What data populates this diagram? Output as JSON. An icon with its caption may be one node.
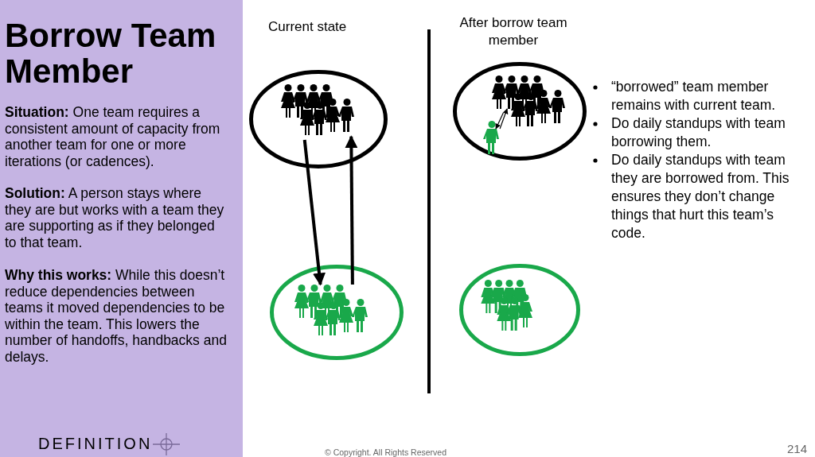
{
  "diagram": {
    "title": "Borrow Team Member",
    "nodes": [
      {
        "text": [],
        "shape": "ellipse"
      },
      {
        "text": [],
        "shape": "person",
        "in": 0
      },
      {
        "text": [],
        "shape": "ellipse"
      },
      {
        "text": [],
        "shape": "person",
        "in": 2
      },
      {
        "text": [],
        "shape": "ellipse"
      },
      {
        "text": [],
        "shape": "person",
        "in": 4
      },
      {
        "text": [],
        "shape": "person",
        "in": 4
      },
      {
        "text": [],
        "shape": "ellipse"
      },
      {
        "text": [],
        "shape": "person",
        "in": 7
      }
    ],
    "edges": [
      {
        "from": 1,
        "to": 3,
        "arrow": "to",
        "style": "thick"
      },
      {
        "from": 3,
        "to": 1,
        "arrow": "to",
        "style": "thick"
      },
      {
        "from": 5,
        "to": 6,
        "arrow": "to"
      },
      {
        "from": 6,
        "to": 5,
        "arrow": "to"
      }
    ],
    "labels": [
      "**Situation:** One team requires a consistent amount of capacity from another team for one or more iterations (or cadences).",
      "**Solution:** A person stays  where they are but works with a team they are supporting as if they belonged to that team.",
      "**Why this works:** While this doesn’t reduce dependencies between teams it moved dependencies to be within the team. This lowers the number of handoffs, handbacks and delays.",
      "Current state",
      "After borrow team member",
      "“borrowed” team member remains with current team.",
      "Do daily standups with team borrowing them.",
      "Do daily standups with team they are borrowed from. This ensures they don’t change things that hurt this team’s code.",
      "DEFINITION",
      "© Copyright. All Rights Reserved",
      "214"
    ]
  }
}
